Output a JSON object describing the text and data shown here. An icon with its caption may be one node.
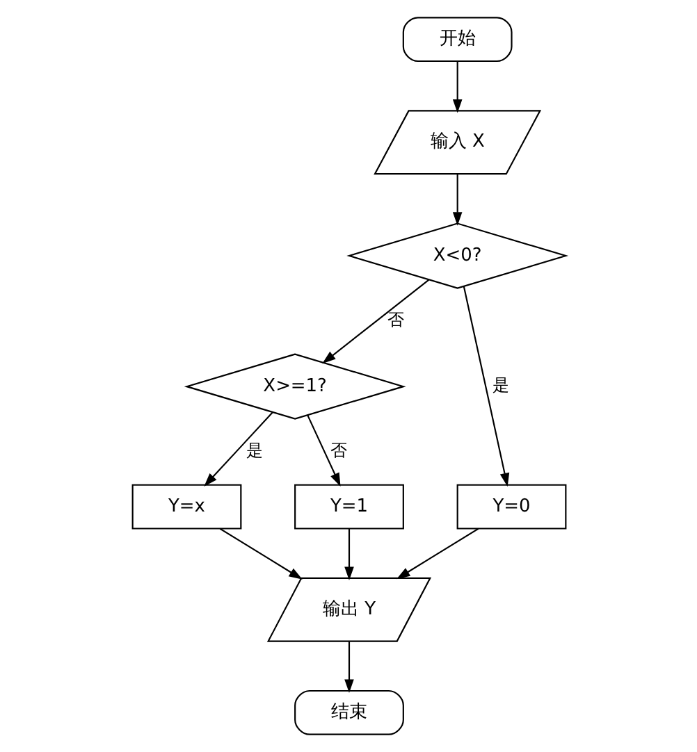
{
  "diagram": {
    "nodes": [
      {
        "text": [
          "开始"
        ]
      },
      {
        "text": [
          "输入 X"
        ]
      },
      {
        "text": [
          "X<0?"
        ]
      },
      {
        "text": [
          "X>=1?"
        ]
      },
      {
        "text": [
          "Y=x"
        ]
      },
      {
        "text": [
          "Y=1"
        ]
      },
      {
        "text": [
          "Y=0"
        ]
      },
      {
        "text": [
          "输出 Y"
        ]
      },
      {
        "text": [
          "结束"
        ]
      }
    ],
    "edges": [
      {
        "from": 0,
        "to": 1,
        "arrow": "to"
      },
      {
        "from": 1,
        "to": 2,
        "arrow": "to"
      },
      {
        "from": 2,
        "to": 6,
        "arrow": "to",
        "label": "是"
      },
      {
        "from": 2,
        "to": 3,
        "arrow": "to",
        "label": "否"
      },
      {
        "from": 3,
        "to": 4,
        "arrow": "to",
        "label": "是"
      },
      {
        "from": 3,
        "to": 5,
        "arrow": "to",
        "label": "否"
      },
      {
        "from": 4,
        "to": 7,
        "arrow": "to"
      },
      {
        "from": 5,
        "to": 7,
        "arrow": "to"
      },
      {
        "from": 6,
        "to": 7,
        "arrow": "to"
      },
      {
        "from": 7,
        "to": 8,
        "arrow": "to"
      }
    ]
  }
}
